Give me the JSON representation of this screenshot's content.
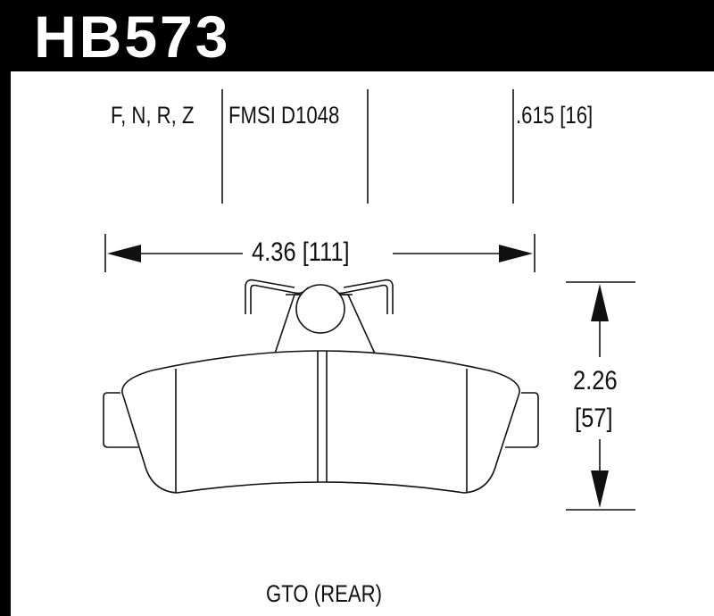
{
  "header": {
    "part_number": "HB573"
  },
  "specs": {
    "compounds": "F, N, R, Z",
    "fmsi": "FMSI D1048",
    "thickness": ".615 [16]"
  },
  "dimensions": {
    "width": "4.36 [111]",
    "height_in": "2.26",
    "height_mm": "[57]"
  },
  "footer": {
    "application": "GTO (REAR)"
  },
  "colors": {
    "background": "#000000",
    "panel": "#ffffff",
    "line": "#111111"
  }
}
